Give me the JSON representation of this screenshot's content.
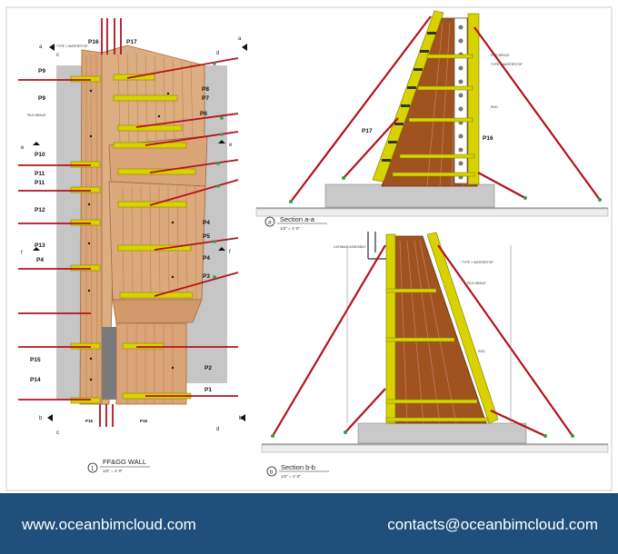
{
  "drawing": {
    "elevation": {
      "number": "1",
      "title": "FF&GG WALL",
      "scale": "1/2\" = 1'-0\"",
      "section_marks": [
        "a",
        "a",
        "b",
        "b",
        "c",
        "c",
        "d",
        "d",
        "e",
        "e",
        "f",
        "f"
      ],
      "panel_labels": [
        "P16",
        "P17",
        "P9",
        "P9",
        "P8",
        "P7",
        "P6",
        "P10",
        "P11",
        "P11",
        "P12",
        "P13",
        "P4",
        "P4",
        "P5",
        "P4",
        "P3",
        "P15",
        "P14",
        "P2",
        "P1",
        "P16",
        "P16"
      ],
      "notes": [
        "TYPE 1 WATERSTOP",
        "PILE BRACE"
      ]
    },
    "section_a": {
      "mark": "a",
      "title": "Section a-a",
      "scale": "1/2\" = 1'-0\"",
      "labels": [
        "P17",
        "P16"
      ],
      "notes": [
        "PILE BRACE",
        "TYPE 1 WATERSTOP",
        "ROD"
      ]
    },
    "section_b": {
      "mark": "b",
      "title": "Section b-b",
      "scale": "1/2\" = 1'-0\"",
      "notes": [
        "CATWALK ASSEMBLY",
        "TYPE 1 WATERSTOP",
        "PILE BRACE",
        "ROD"
      ]
    }
  },
  "footer": {
    "website": "www.oceanbimcloud.com",
    "contact": "contacts@oceanbimcloud.com"
  },
  "colors": {
    "footer_bg": "#1f4f7a",
    "brace_red": "#b3121d",
    "waler_yellow": "#d8d200",
    "plank_wood": "#d9a477",
    "concrete_brown": "#a0521f",
    "ground_gray": "#c9c9c9"
  }
}
